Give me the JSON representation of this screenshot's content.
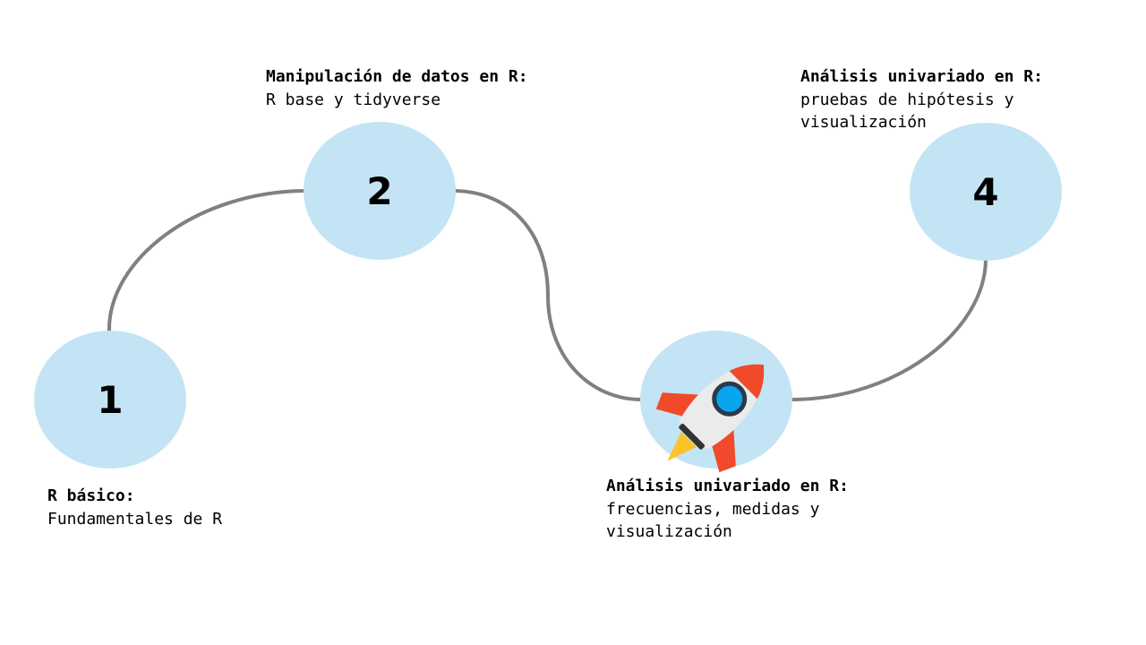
{
  "steps": [
    {
      "number": "1",
      "title": "R básico:",
      "lines": [
        "Fundamentales de R"
      ]
    },
    {
      "number": "2",
      "title": "Manipulación de datos en R:",
      "lines": [
        "R base y tidyverse"
      ]
    },
    {
      "number": "",
      "title": "Análisis univariado en R:",
      "lines": [
        "frecuencias, medidas y",
        "visualización"
      ],
      "icon": "rocket-icon"
    },
    {
      "number": "4",
      "title": "Análisis univariado en R:",
      "lines": [
        "pruebas de hipótesis y",
        "visualización"
      ]
    }
  ],
  "colors": {
    "node_fill": "#c3e4f4",
    "connector": "#808080",
    "rocket_body": "#ebebeb",
    "rocket_accent": "#f04a2a",
    "rocket_window": "#0aa5ef",
    "rocket_flame": "#f9c32b"
  }
}
